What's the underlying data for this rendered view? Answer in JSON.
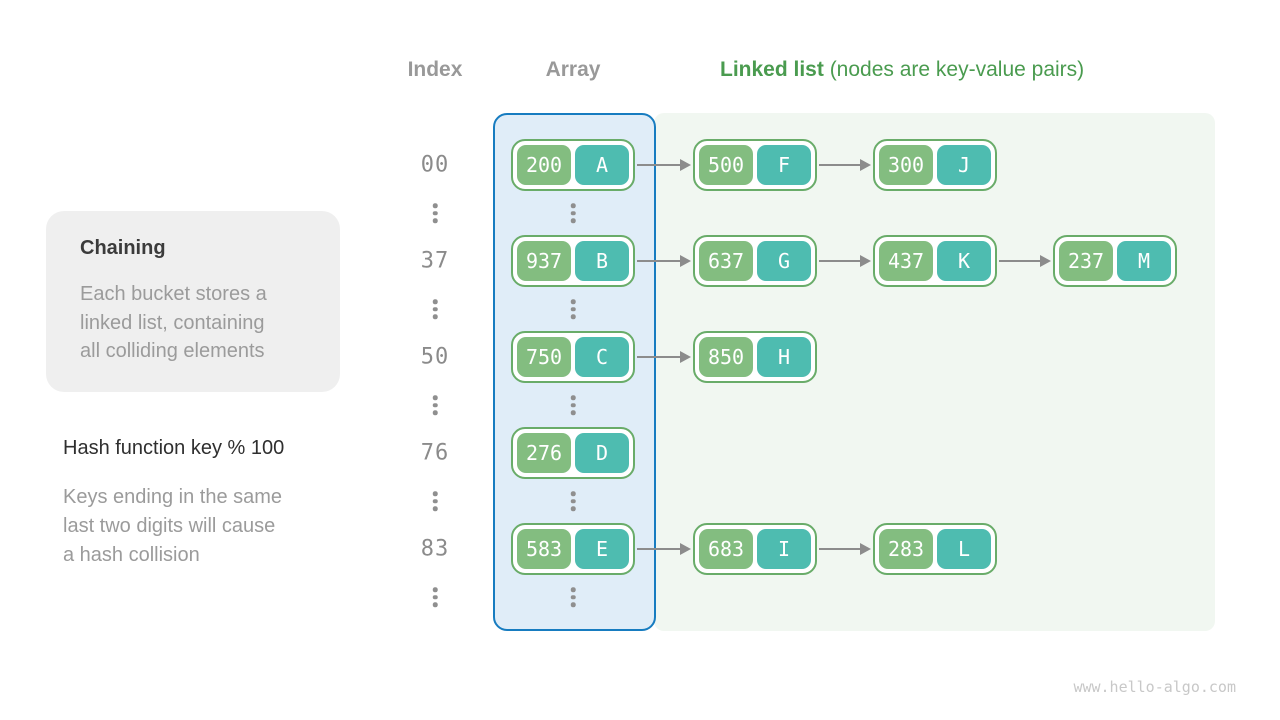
{
  "headers": {
    "index": "Index",
    "array": "Array",
    "linked_list_bold": "Linked list",
    "linked_list_rest": " (nodes are key-value pairs)"
  },
  "sidebar": {
    "chaining_title": "Chaining",
    "chaining_body_lines": [
      "Each bucket stores a",
      "linked list, containing",
      "all colliding elements"
    ],
    "hash_function_label": "Hash function key % 100",
    "hash_note_lines": [
      "Keys ending in the same",
      "last two digits will cause",
      "a hash collision"
    ]
  },
  "rows": [
    {
      "index": "00",
      "bucket": {
        "key": "200",
        "value": "A"
      },
      "chain": [
        {
          "key": "500",
          "value": "F"
        },
        {
          "key": "300",
          "value": "J"
        }
      ]
    },
    {
      "index": "37",
      "bucket": {
        "key": "937",
        "value": "B"
      },
      "chain": [
        {
          "key": "637",
          "value": "G"
        },
        {
          "key": "437",
          "value": "K"
        },
        {
          "key": "237",
          "value": "M"
        }
      ]
    },
    {
      "index": "50",
      "bucket": {
        "key": "750",
        "value": "C"
      },
      "chain": [
        {
          "key": "850",
          "value": "H"
        }
      ]
    },
    {
      "index": "76",
      "bucket": {
        "key": "276",
        "value": "D"
      },
      "chain": []
    },
    {
      "index": "83",
      "bucket": {
        "key": "583",
        "value": "E"
      },
      "chain": [
        {
          "key": "683",
          "value": "I"
        },
        {
          "key": "283",
          "value": "L"
        }
      ]
    }
  ],
  "colors": {
    "key_green": "#83bd80",
    "value_teal": "#4ebcb0",
    "node_border_green": "#69ac69",
    "array_fill": "#e0edf8",
    "array_border_blue": "#177cc0",
    "linked_panel_fill": "#f1f7f1",
    "header_gray": "#999999",
    "header_green": "#4a9b4f",
    "arrow_gray": "#8c8c8c"
  },
  "watermark": "www.hello-algo.com"
}
